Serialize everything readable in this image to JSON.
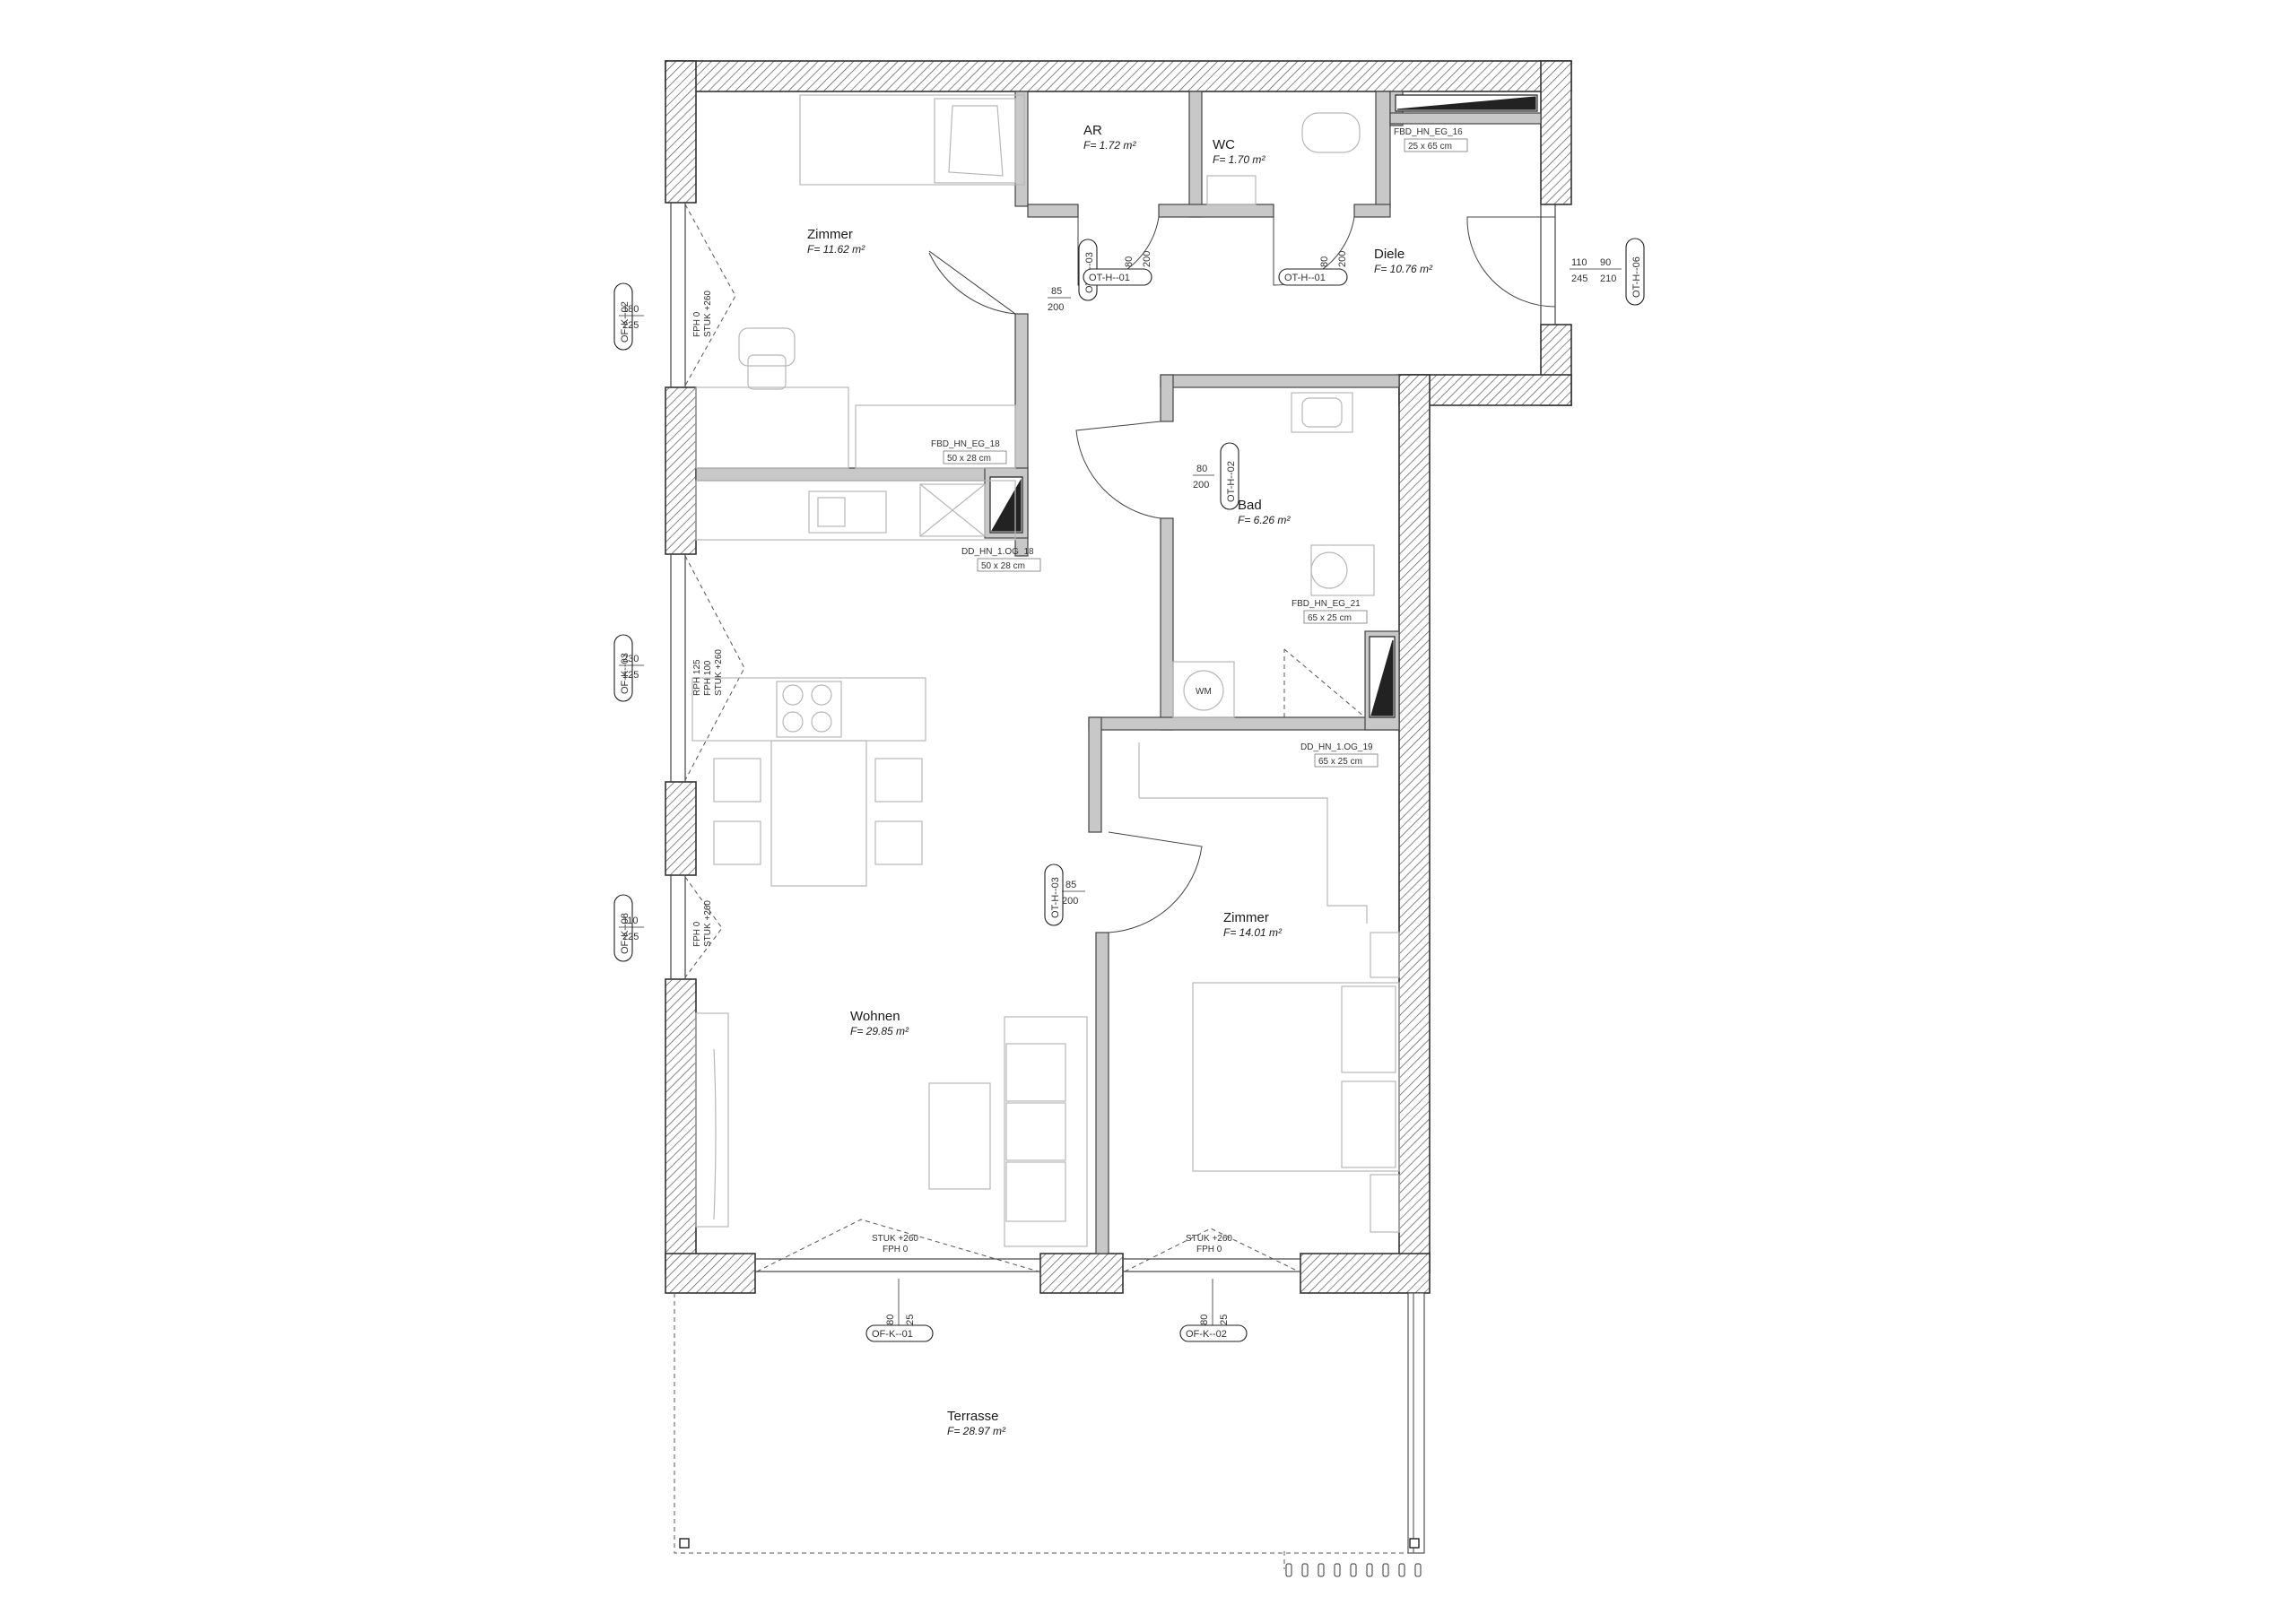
{
  "rooms": [
    {
      "name": "Zimmer",
      "area": "F= 11.62 m²"
    },
    {
      "name": "AR",
      "area": "F= 1.72 m²"
    },
    {
      "name": "WC",
      "area": "F= 1.70 m²"
    },
    {
      "name": "Diele",
      "area": "F= 10.76 m²"
    },
    {
      "name": "Bad",
      "area": "F= 6.26 m²"
    },
    {
      "name": "Zimmer",
      "area": "F= 14.01 m²"
    },
    {
      "name": "Wohnen",
      "area": "F= 29.85 m²"
    },
    {
      "name": "Terrasse",
      "area": "F= 28.97 m²"
    }
  ],
  "fixtures": [
    {
      "code": "FBD_HN_EG_16",
      "size": "25 x 65 cm"
    },
    {
      "code": "FBD_HN_EG_18",
      "size": "50 x 28 cm"
    },
    {
      "code": "DD_HN_1.OG_18",
      "size": "50 x 28 cm"
    },
    {
      "code": "FBD_HN_EG_21",
      "size": "65 x 25 cm"
    },
    {
      "code": "DD_HN_1.OG_19",
      "size": "65 x 25 cm"
    }
  ],
  "door_tags": [
    {
      "tag": "OT-H--03",
      "w": "85",
      "h": "200"
    },
    {
      "tag": "OT-H--01",
      "w": "80",
      "h": "200"
    },
    {
      "tag": "OT-H--01",
      "w": "80",
      "h": "200"
    },
    {
      "tag": "OT-H--06",
      "w": "90",
      "h": "210",
      "extra1": "110",
      "extra2": "245"
    },
    {
      "tag": "OT-H--02",
      "w": "80",
      "h": "200"
    },
    {
      "tag": "OT-H--03",
      "w": "85",
      "h": "200"
    }
  ],
  "window_tags": [
    {
      "tag": "OF-K--02",
      "w": "180",
      "h": "225",
      "n1": "FPH 0",
      "n2": "STUK +260",
      "n3": ""
    },
    {
      "tag": "OF-K--03",
      "w": "230",
      "h": "125",
      "n1": "RPH 125",
      "n2": "FPH 100",
      "n3": "STUK +260"
    },
    {
      "tag": "OF-K--08",
      "w": "110",
      "h": "225",
      "n1": "FPH 0",
      "n2": "STUK +260",
      "n3": ""
    },
    {
      "tag": "OF-K--01",
      "w": "280",
      "h": "225",
      "n1": "STUK +260",
      "n2": "FPH 0",
      "n3": ""
    },
    {
      "tag": "OF-K--02",
      "w": "180",
      "h": "225",
      "n1": "STUK +260",
      "n2": "FPH 0",
      "n3": ""
    }
  ],
  "labels": {
    "wm": "WM"
  }
}
